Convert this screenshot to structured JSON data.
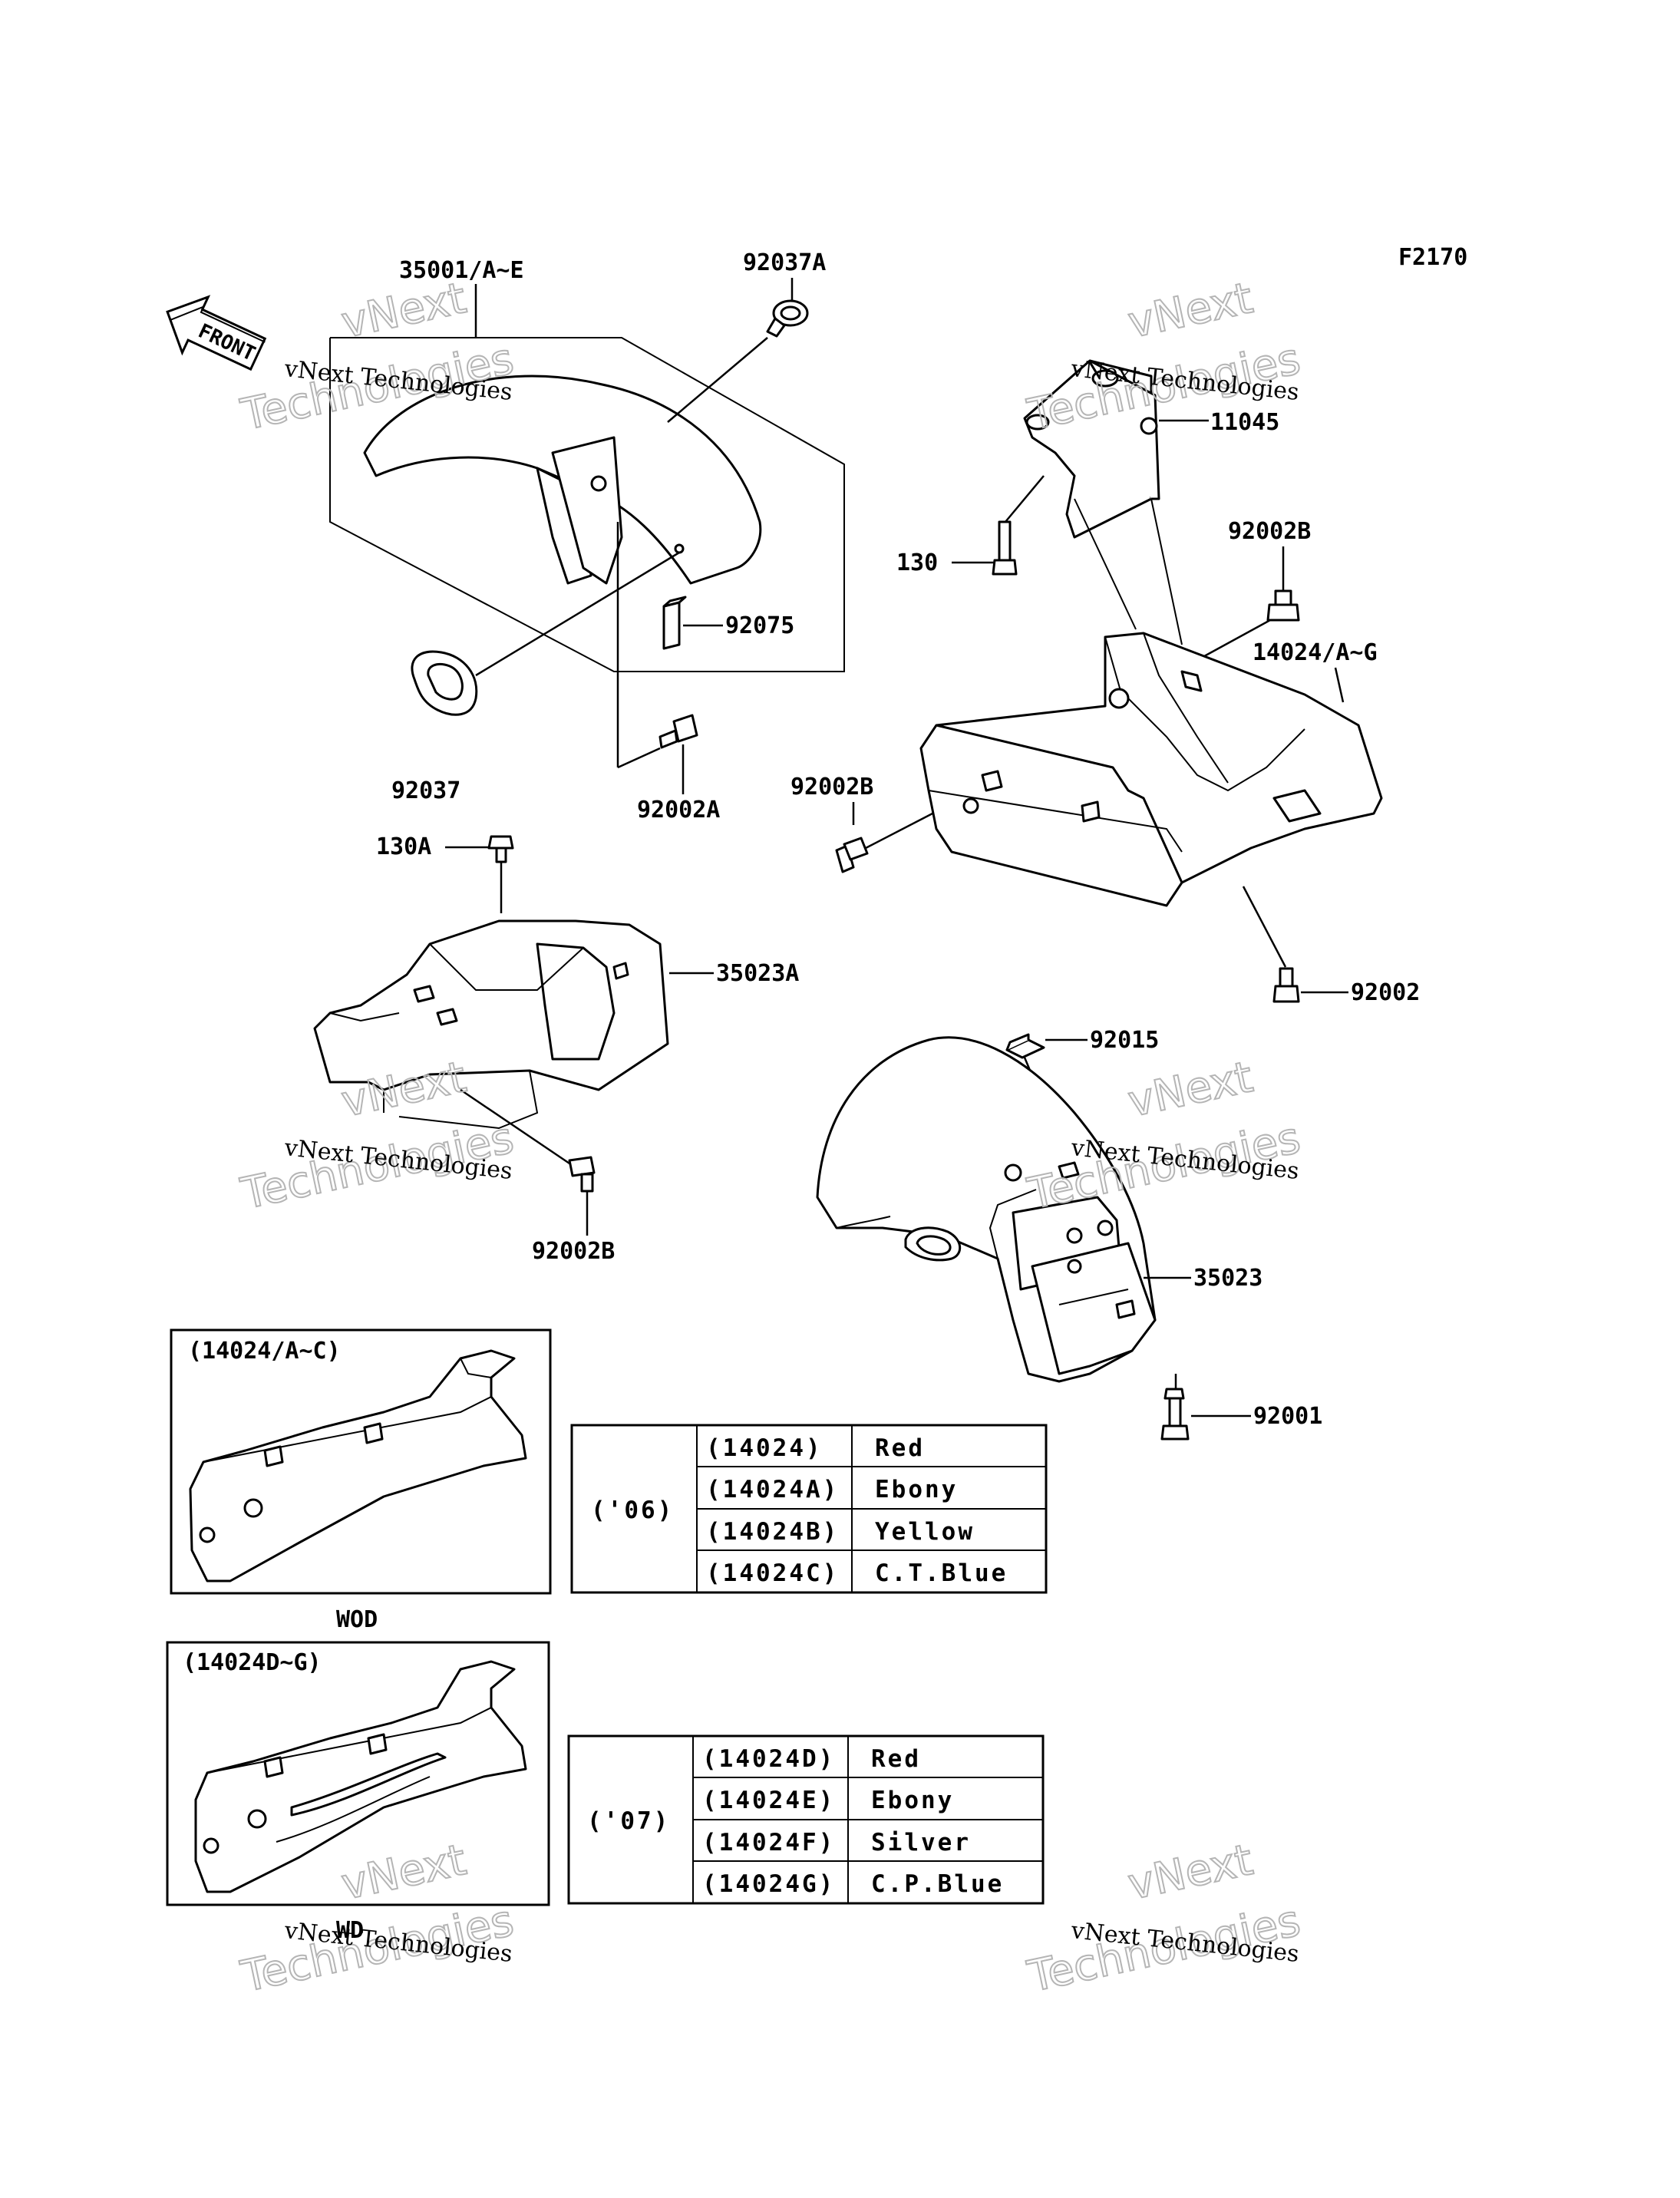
{
  "figure_code": "F2170",
  "front_label": "FRONT",
  "watermark": {
    "line1": "vNext Technologies",
    "line2": "vNext",
    "line3": "Technologies"
  },
  "parts": {
    "p35001": "35001/A~E",
    "p92037A": "92037A",
    "p92075": "92075",
    "p92037": "92037",
    "p92002A": "92002A",
    "p11045": "11045",
    "p130": "130",
    "p92002B_top": "92002B",
    "p14024": "14024/A~G",
    "p92002B_mid": "92002B",
    "p92002": "92002",
    "p130A": "130A",
    "p35023A": "35023A",
    "p92002B_low": "92002B",
    "p92015": "92015",
    "p35023": "35023",
    "p92001": "92001"
  },
  "insets": {
    "wod_caption": "(14024/A~C)",
    "wod_label": "WOD",
    "wd_caption": "(14024D~G)",
    "wd_label": "WD"
  },
  "tables": {
    "y06": {
      "year": "('06)",
      "rows": [
        {
          "code": "(14024)",
          "color": "Red"
        },
        {
          "code": "(14024A)",
          "color": "Ebony"
        },
        {
          "code": "(14024B)",
          "color": "Yellow"
        },
        {
          "code": "(14024C)",
          "color": "C.T.Blue"
        }
      ]
    },
    "y07": {
      "year": "('07)",
      "rows": [
        {
          "code": "(14024D)",
          "color": "Red"
        },
        {
          "code": "(14024E)",
          "color": "Ebony"
        },
        {
          "code": "(14024F)",
          "color": "Silver"
        },
        {
          "code": "(14024G)",
          "color": "C.P.Blue"
        }
      ]
    }
  }
}
